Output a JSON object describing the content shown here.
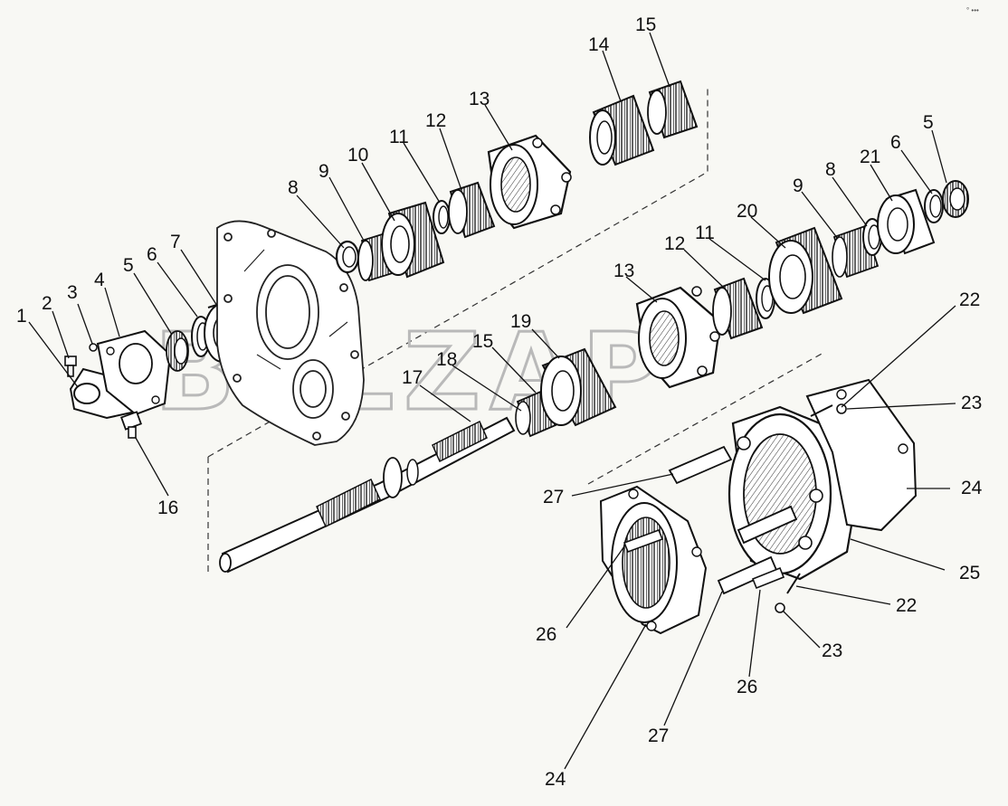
{
  "watermark": "BELZAP",
  "corner_mark": "° •••",
  "callouts": [
    {
      "id": "c1",
      "label": "1"
    },
    {
      "id": "c2",
      "label": "2"
    },
    {
      "id": "c3",
      "label": "3"
    },
    {
      "id": "c4",
      "label": "4"
    },
    {
      "id": "c5a",
      "label": "5"
    },
    {
      "id": "c6a",
      "label": "6"
    },
    {
      "id": "c7",
      "label": "7"
    },
    {
      "id": "c8a",
      "label": "8"
    },
    {
      "id": "c9a",
      "label": "9"
    },
    {
      "id": "c10",
      "label": "10"
    },
    {
      "id": "c11a",
      "label": "11"
    },
    {
      "id": "c12a",
      "label": "12"
    },
    {
      "id": "c13a",
      "label": "13"
    },
    {
      "id": "c14",
      "label": "14"
    },
    {
      "id": "c15a",
      "label": "15"
    },
    {
      "id": "c16",
      "label": "16"
    },
    {
      "id": "c5b",
      "label": "5"
    },
    {
      "id": "c6b",
      "label": "6"
    },
    {
      "id": "c21",
      "label": "21"
    },
    {
      "id": "c8b",
      "label": "8"
    },
    {
      "id": "c9b",
      "label": "9"
    },
    {
      "id": "c20",
      "label": "20"
    },
    {
      "id": "c11b",
      "label": "11"
    },
    {
      "id": "c12b",
      "label": "12"
    },
    {
      "id": "c13b",
      "label": "13"
    },
    {
      "id": "c19",
      "label": "19"
    },
    {
      "id": "c15b",
      "label": "15"
    },
    {
      "id": "c18",
      "label": "18"
    },
    {
      "id": "c17",
      "label": "17"
    },
    {
      "id": "c22a",
      "label": "22"
    },
    {
      "id": "c23a",
      "label": "23"
    },
    {
      "id": "c24a",
      "label": "24"
    },
    {
      "id": "c25",
      "label": "25"
    },
    {
      "id": "c27a",
      "label": "27"
    },
    {
      "id": "c22b",
      "label": "22"
    },
    {
      "id": "c23b",
      "label": "23"
    },
    {
      "id": "c26a",
      "label": "26"
    },
    {
      "id": "c26b",
      "label": "26"
    },
    {
      "id": "c27b",
      "label": "27"
    },
    {
      "id": "c24b",
      "label": "24"
    }
  ]
}
